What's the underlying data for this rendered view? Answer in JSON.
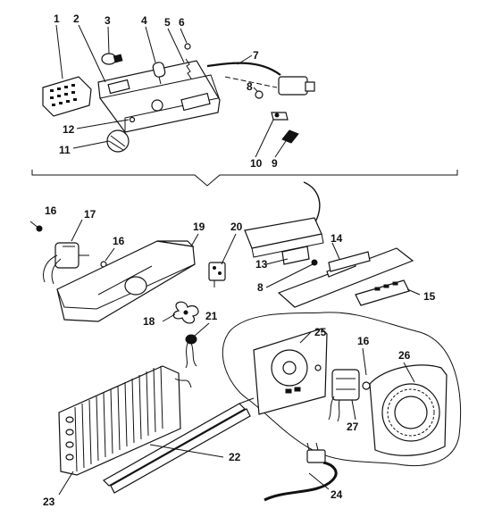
{
  "callouts": [
    "1",
    "2",
    "3",
    "4",
    "5",
    "6",
    "7",
    "8",
    "9",
    "10",
    "11",
    "12",
    "16",
    "17",
    "16",
    "19",
    "20",
    "14",
    "13",
    "8",
    "15",
    "18",
    "21",
    "25",
    "16",
    "26",
    "27",
    "23",
    "22",
    "24"
  ]
}
